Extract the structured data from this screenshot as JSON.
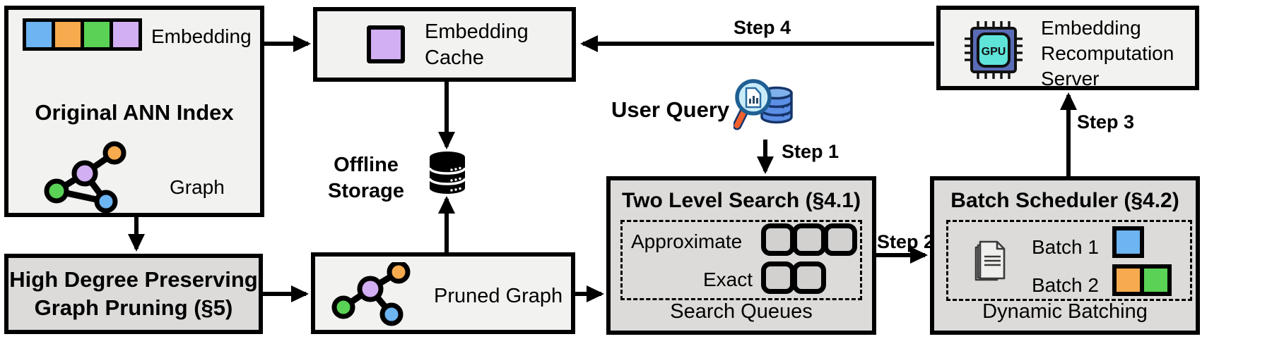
{
  "diagram": {
    "original_index": {
      "title": "Original ANN Index",
      "embedding_label": "Embedding",
      "graph_label": "Graph",
      "embedding_colors": [
        "blue",
        "orange",
        "green",
        "purple"
      ]
    },
    "graph_pruning": {
      "line1": "High Degree Preserving",
      "line2": "Graph Pruning (§5)"
    },
    "embedding_cache": {
      "line1": "Embedding",
      "line2": "Cache"
    },
    "offline_storage": {
      "line1": "Offline",
      "line2": "Storage"
    },
    "pruned_graph": {
      "label": "Pruned Graph"
    },
    "user_query": {
      "label": "User Query"
    },
    "two_level_search": {
      "title": "Two Level Search (§4.1)",
      "approximate": {
        "label": "Approximate",
        "queue_count": 3
      },
      "exact": {
        "label": "Exact",
        "queue_count": 2
      },
      "caption": "Search Queues"
    },
    "batch_scheduler": {
      "title": "Batch Scheduler (§4.2)",
      "batch1": {
        "label": "Batch 1",
        "colors": [
          "blue"
        ]
      },
      "batch2": {
        "label": "Batch 2",
        "colors": [
          "orange",
          "green"
        ]
      },
      "caption": "Dynamic Batching"
    },
    "recomputation_server": {
      "line1": "Embedding",
      "line2": "Recomputation",
      "line3": "Server",
      "gpu_label": "GPU"
    },
    "steps": {
      "step1": "Step 1",
      "step2": "Step 2",
      "step3": "Step 3",
      "step4": "Step 4"
    },
    "colors": {
      "blue": "#6db4f2",
      "orange": "#f7ab4e",
      "green": "#59d256",
      "purple": "#d2aef2",
      "light_box": "#f2f2f1",
      "dark_box": "#dcdbda",
      "queue_fill": "#d2d1d0",
      "gpu_chip": "#5a6cb5",
      "gpu_core": "#5fe4da",
      "lens": "#c9ecf9",
      "lens_rim": "#1f5f94",
      "handle": "#f2612d",
      "db_blue": "#5c8fe6",
      "db_top": "#7fb1ec",
      "db_navy": "#16356b"
    }
  }
}
